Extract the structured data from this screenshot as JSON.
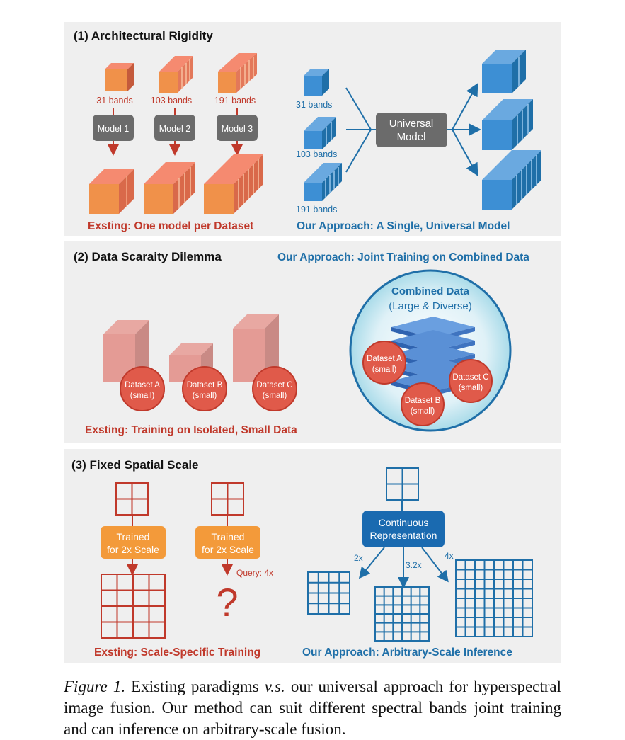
{
  "panel1": {
    "title": "(1)  Architectural Rigidity",
    "band_labels": [
      "31 bands",
      "103 bands",
      "191 bands"
    ],
    "model_labels": [
      "Model 1",
      "Model 2",
      "Model 3"
    ],
    "universal_line1": "Universal",
    "universal_line2": "Model",
    "left_caption": "Exsting: One model per Dataset",
    "right_caption": "Our Approach: A Single, Universal Model"
  },
  "panel2": {
    "title": "(2)  Data Scaraity Dilemma",
    "right_title": "Our Approach: Joint Training on Combined Data",
    "combined_title": "Combined Data",
    "combined_subtitle": "(Large & Diverse)",
    "datasets": [
      {
        "name": "Dataset A",
        "size": "(small)"
      },
      {
        "name": "Dataset B",
        "size": "(small)"
      },
      {
        "name": "Dataset C",
        "size": "(small)"
      }
    ],
    "left_caption": "Exsting: Training on Isolated, Small Data"
  },
  "panel3": {
    "title": "(3)  Fixed Spatial Scale",
    "trained_line1": "Trained",
    "trained_line2": "for 2x Scale",
    "query_label": "Query: 4x",
    "question_mark": "?",
    "cont_line1": "Continuous",
    "cont_line2": "Representation",
    "scale_labels": [
      "2x",
      "3.2x",
      "4x"
    ],
    "left_caption": "Exsting: Scale-Specific Training",
    "right_caption": "Our Approach: Arbitrary-Scale Inference"
  },
  "caption": {
    "figure_label": "Figure 1.",
    "text_before_vs": "Existing paradigms",
    "vs": "v.s.",
    "text_after_vs": "our universal approach for hyperspectral image fusion. Our method can suit different spectral bands joint training and can inference on arbitrary-scale fusion."
  },
  "colors": {
    "orange_front": "#f0914a",
    "orange_top": "#f58a70",
    "blue_front": "#3d8fd4",
    "blue_dark": "#1f6fa8",
    "red": "#c0392b",
    "gray_box": "#6b6b6b",
    "dataset_red": "#e05a4a",
    "slab_blue": "#4a82cc"
  }
}
